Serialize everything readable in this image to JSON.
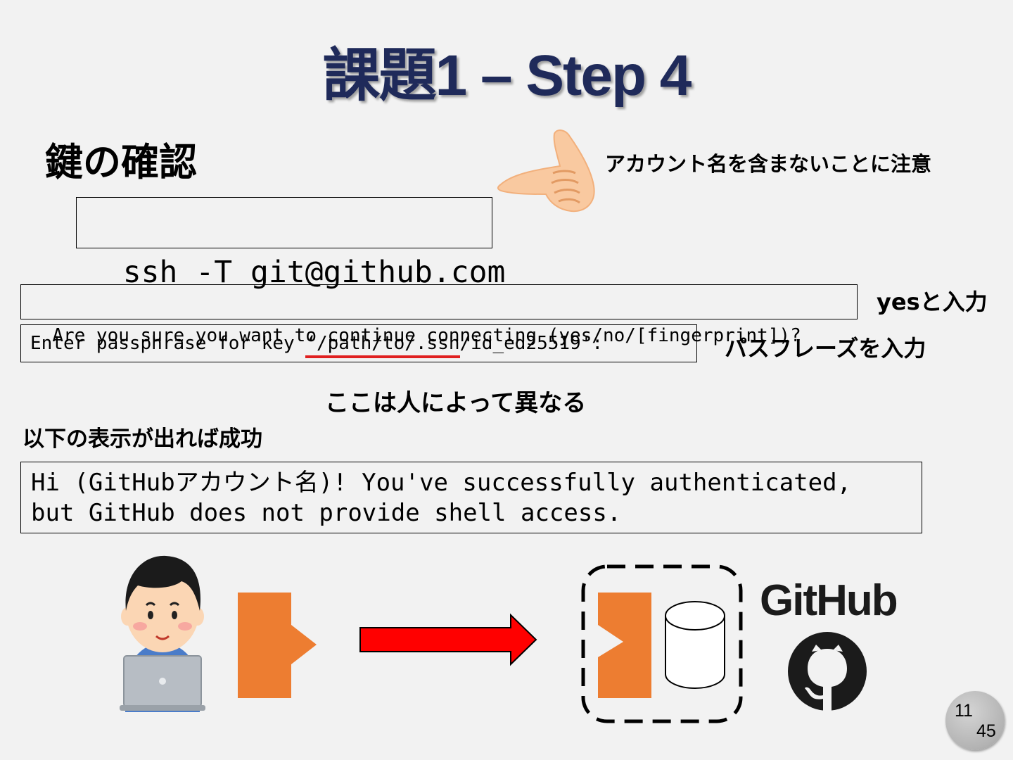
{
  "slide": {
    "title": "課題1 – Step 4",
    "section_heading": "鍵の確認",
    "command": "ssh -T git@github.com",
    "callout_note": "アカウント名を含まないことに注意",
    "prompt_yes": "Are you sure you want to continue connecting (yes/no/[fingerprint])?",
    "prompt_yes_note": "yesと入力",
    "prompt_pass_prefix": "Enter passphrase for key ",
    "prompt_pass_path": "‘/path/to/.ssh",
    "prompt_pass_suffix": "/id_ed25519':",
    "prompt_pass_note": "パスフレーズを入力",
    "path_note": "ここは人によって異なる",
    "success_heading": "以下の表示が出れば成功",
    "success_line1": "Hi (GitHubアカウント名)! You've successfully authenticated,",
    "success_line2": "but GitHub does not provide shell access.",
    "github_wordmark": "GitHub",
    "page_current": "11",
    "page_total": "45"
  },
  "colors": {
    "title": "#1f2a5a",
    "key_orange": "#ed7d31",
    "arrow_red": "#ff0000",
    "underline_red": "#e02020"
  },
  "icons": [
    "pointing-hand-icon",
    "user-laptop-icon",
    "private-key-icon",
    "arrow-right-icon",
    "public-key-icon",
    "database-icon",
    "github-octocat-icon"
  ]
}
